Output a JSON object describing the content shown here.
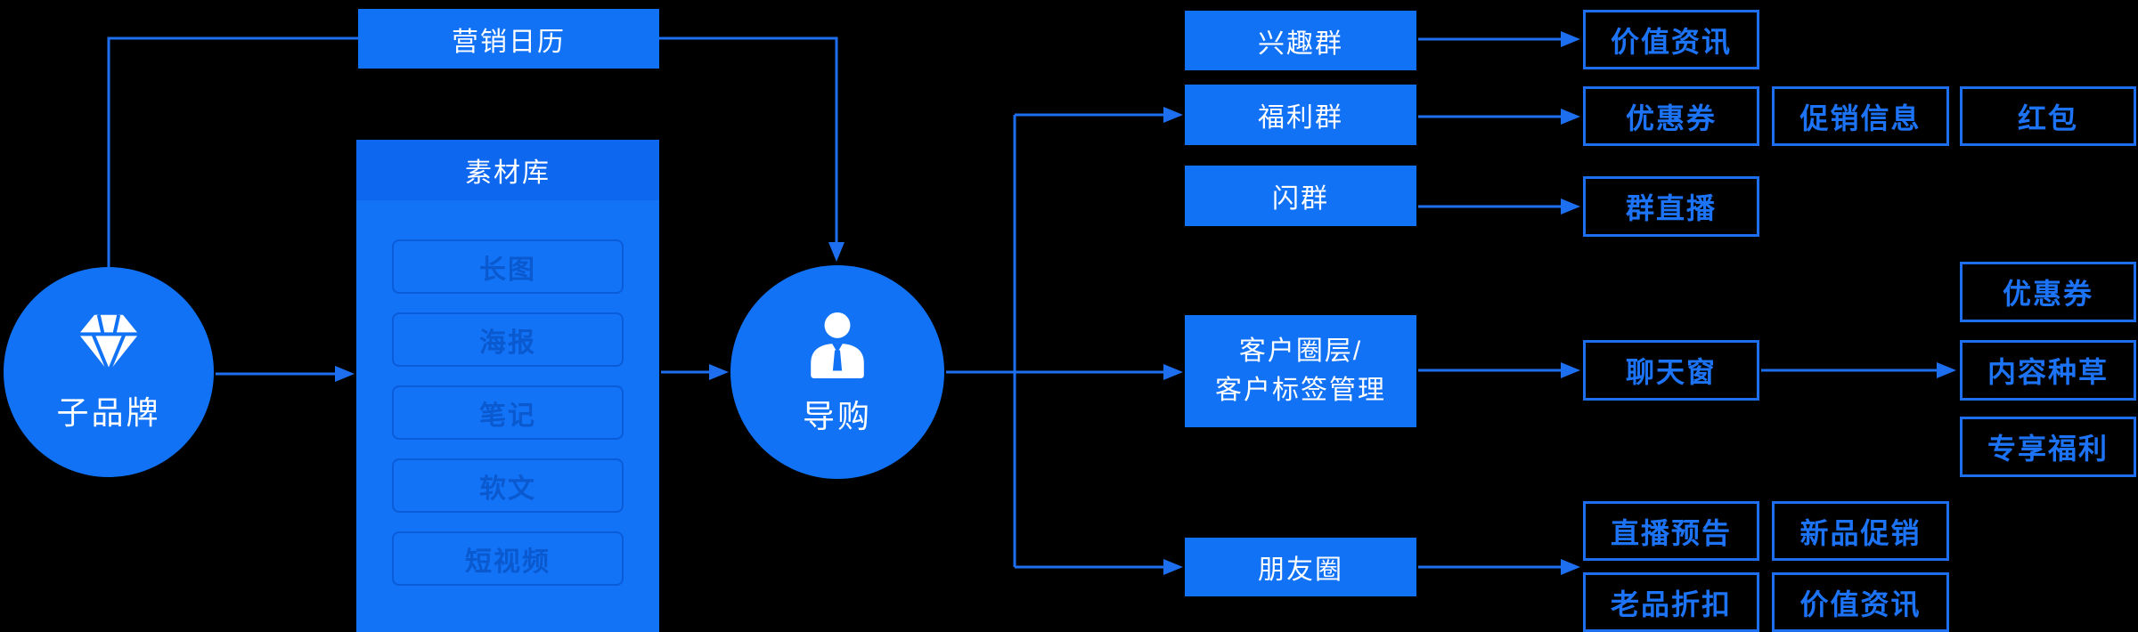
{
  "colors": {
    "background": "#000000",
    "node_fill": "#1272F5",
    "panel_header_fill": "#0D68EF",
    "panel_body_fill": "#1373F7",
    "connector": "#1E6FEF",
    "outline_box": "#1D73F5",
    "muted_item_text": "#0A59CF",
    "node_text": "#FFFFFF"
  },
  "nodes": {
    "sub_brand": {
      "label": "子品牌",
      "icon": "diamond-icon"
    },
    "marketing_calendar": {
      "label": "营销日历"
    },
    "material_library": {
      "title": "素材库",
      "items": [
        {
          "label": "长图"
        },
        {
          "label": "海报"
        },
        {
          "label": "笔记"
        },
        {
          "label": "软文"
        },
        {
          "label": "短视频"
        }
      ]
    },
    "shopping_guide": {
      "label": "导购",
      "icon": "person-icon"
    },
    "interest_group": {
      "label": "兴趣群"
    },
    "welfare_group": {
      "label": "福利群"
    },
    "flash_group": {
      "label": "闪群"
    },
    "customer_segment": {
      "label_line1": "客户圈层/",
      "label_line2": "客户标签管理"
    },
    "moments": {
      "label": "朋友圈"
    },
    "value_info": {
      "label": "价值资讯"
    },
    "coupon": {
      "label": "优惠券"
    },
    "promo_info": {
      "label": "促销信息"
    },
    "red_packet": {
      "label": "红包"
    },
    "group_live": {
      "label": "群直播"
    },
    "chat_window": {
      "label": "聊天窗"
    },
    "coupon_2": {
      "label": "优惠券"
    },
    "content_seeding": {
      "label": "内容种草"
    },
    "exclusive_benefit": {
      "label": "专享福利"
    },
    "live_preview": {
      "label": "直播预告"
    },
    "new_product_promo": {
      "label": "新品促销"
    },
    "old_product_discount": {
      "label": "老品折扣"
    },
    "value_info_2": {
      "label": "价值资讯"
    }
  }
}
